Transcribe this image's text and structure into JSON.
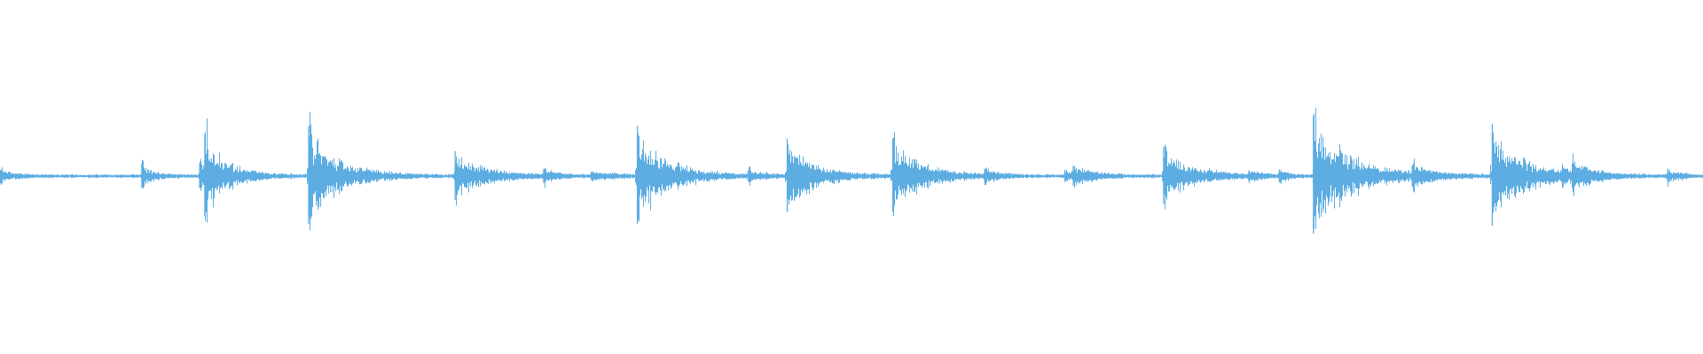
{
  "waveform": {
    "color": "#5DADE2",
    "background": "#FFFFFF",
    "baseline_amplitude": 0.02,
    "transients": [
      {
        "t": 0.0,
        "peak": 0.06,
        "decay": 0.01
      },
      {
        "t": 0.083,
        "peak": 0.12,
        "decay": 0.008
      },
      {
        "t": 0.117,
        "peak": 0.12,
        "decay": 0.006
      },
      {
        "t": 0.12,
        "peak": 0.4,
        "decay": 0.014
      },
      {
        "t": 0.181,
        "peak": 0.48,
        "decay": 0.018
      },
      {
        "t": 0.267,
        "peak": 0.24,
        "decay": 0.018
      },
      {
        "t": 0.319,
        "peak": 0.07,
        "decay": 0.008
      },
      {
        "t": 0.347,
        "peak": 0.04,
        "decay": 0.02
      },
      {
        "t": 0.374,
        "peak": 0.48,
        "decay": 0.018
      },
      {
        "t": 0.439,
        "peak": 0.05,
        "decay": 0.01
      },
      {
        "t": 0.462,
        "peak": 0.36,
        "decay": 0.016
      },
      {
        "t": 0.524,
        "peak": 0.36,
        "decay": 0.018
      },
      {
        "t": 0.578,
        "peak": 0.07,
        "decay": 0.008
      },
      {
        "t": 0.625,
        "peak": 0.06,
        "decay": 0.006
      },
      {
        "t": 0.63,
        "peak": 0.1,
        "decay": 0.014
      },
      {
        "t": 0.683,
        "peak": 0.28,
        "decay": 0.018
      },
      {
        "t": 0.733,
        "peak": 0.05,
        "decay": 0.008
      },
      {
        "t": 0.751,
        "peak": 0.06,
        "decay": 0.006
      },
      {
        "t": 0.771,
        "peak": 0.58,
        "decay": 0.022
      },
      {
        "t": 0.829,
        "peak": 0.1,
        "decay": 0.012
      },
      {
        "t": 0.876,
        "peak": 0.5,
        "decay": 0.018
      },
      {
        "t": 0.917,
        "peak": 0.06,
        "decay": 0.006
      },
      {
        "t": 0.923,
        "peak": 0.12,
        "decay": 0.014
      },
      {
        "t": 0.979,
        "peak": 0.06,
        "decay": 0.01
      }
    ]
  }
}
